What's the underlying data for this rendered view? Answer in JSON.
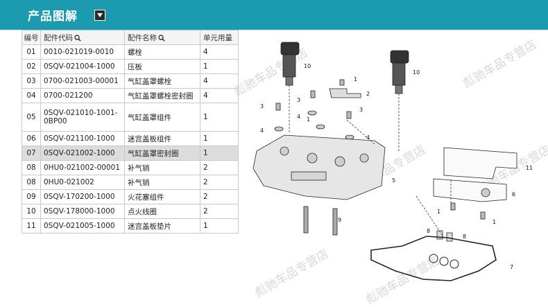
{
  "header": {
    "title": "产品图解"
  },
  "table": {
    "headers": [
      "编号",
      "配件代码",
      "配件名称",
      "单元用量"
    ],
    "rows": [
      {
        "no": "01",
        "code": "0010-021019-0010",
        "name": "螺栓",
        "qty": "4"
      },
      {
        "no": "02",
        "code": "0SQV-021004-1000",
        "name": "压板",
        "qty": "1"
      },
      {
        "no": "03",
        "code": "0700-021003-00001",
        "name": "气缸盖罩螺栓",
        "qty": "4"
      },
      {
        "no": "04",
        "code": "0700-021200",
        "name": "气缸盖罩螺栓密封圈",
        "qty": "4"
      },
      {
        "no": "05",
        "code": "0SQV-021010-1001-0BP00",
        "name": "气缸盖罩组件",
        "qty": "1"
      },
      {
        "no": "06",
        "code": "0SQV-021100-1000",
        "name": "迷宫盖板组件",
        "qty": "1"
      },
      {
        "no": "07",
        "code": "0SQV-021002-1000",
        "name": "气缸盖罩密封圈",
        "qty": "1"
      },
      {
        "no": "08",
        "code": "0HU0-021002-00001",
        "name": "补气销",
        "qty": "2"
      },
      {
        "no": "08",
        "code": "0HU0-021002",
        "name": "补气销",
        "qty": "2"
      },
      {
        "no": "09",
        "code": "0SQV-170200-1000",
        "name": "火花塞组件",
        "qty": "2"
      },
      {
        "no": "10",
        "code": "0SQV-178000-1000",
        "name": "点火线圈",
        "qty": "2"
      },
      {
        "no": "11",
        "code": "0SQV-021005-1000",
        "name": "迷宫盖板垫片",
        "qty": "1"
      }
    ]
  },
  "watermarks": [
    "彪驰车品专营店",
    "彪驰车品专营店",
    "彪驰车品专营店",
    "彪驰车品专营店",
    "彪驰车品专营店",
    "彪驰车品专营店"
  ],
  "diagram": {
    "callouts": [
      "10",
      "10",
      "1",
      "2",
      "3",
      "3",
      "4",
      "3",
      "4",
      "1",
      "4",
      "11",
      "5",
      "6",
      "1",
      "1",
      "8",
      "8",
      "9",
      "7"
    ]
  },
  "colors": {
    "header": "#1c9bb0",
    "highlight_row": "#dcdcdc"
  }
}
